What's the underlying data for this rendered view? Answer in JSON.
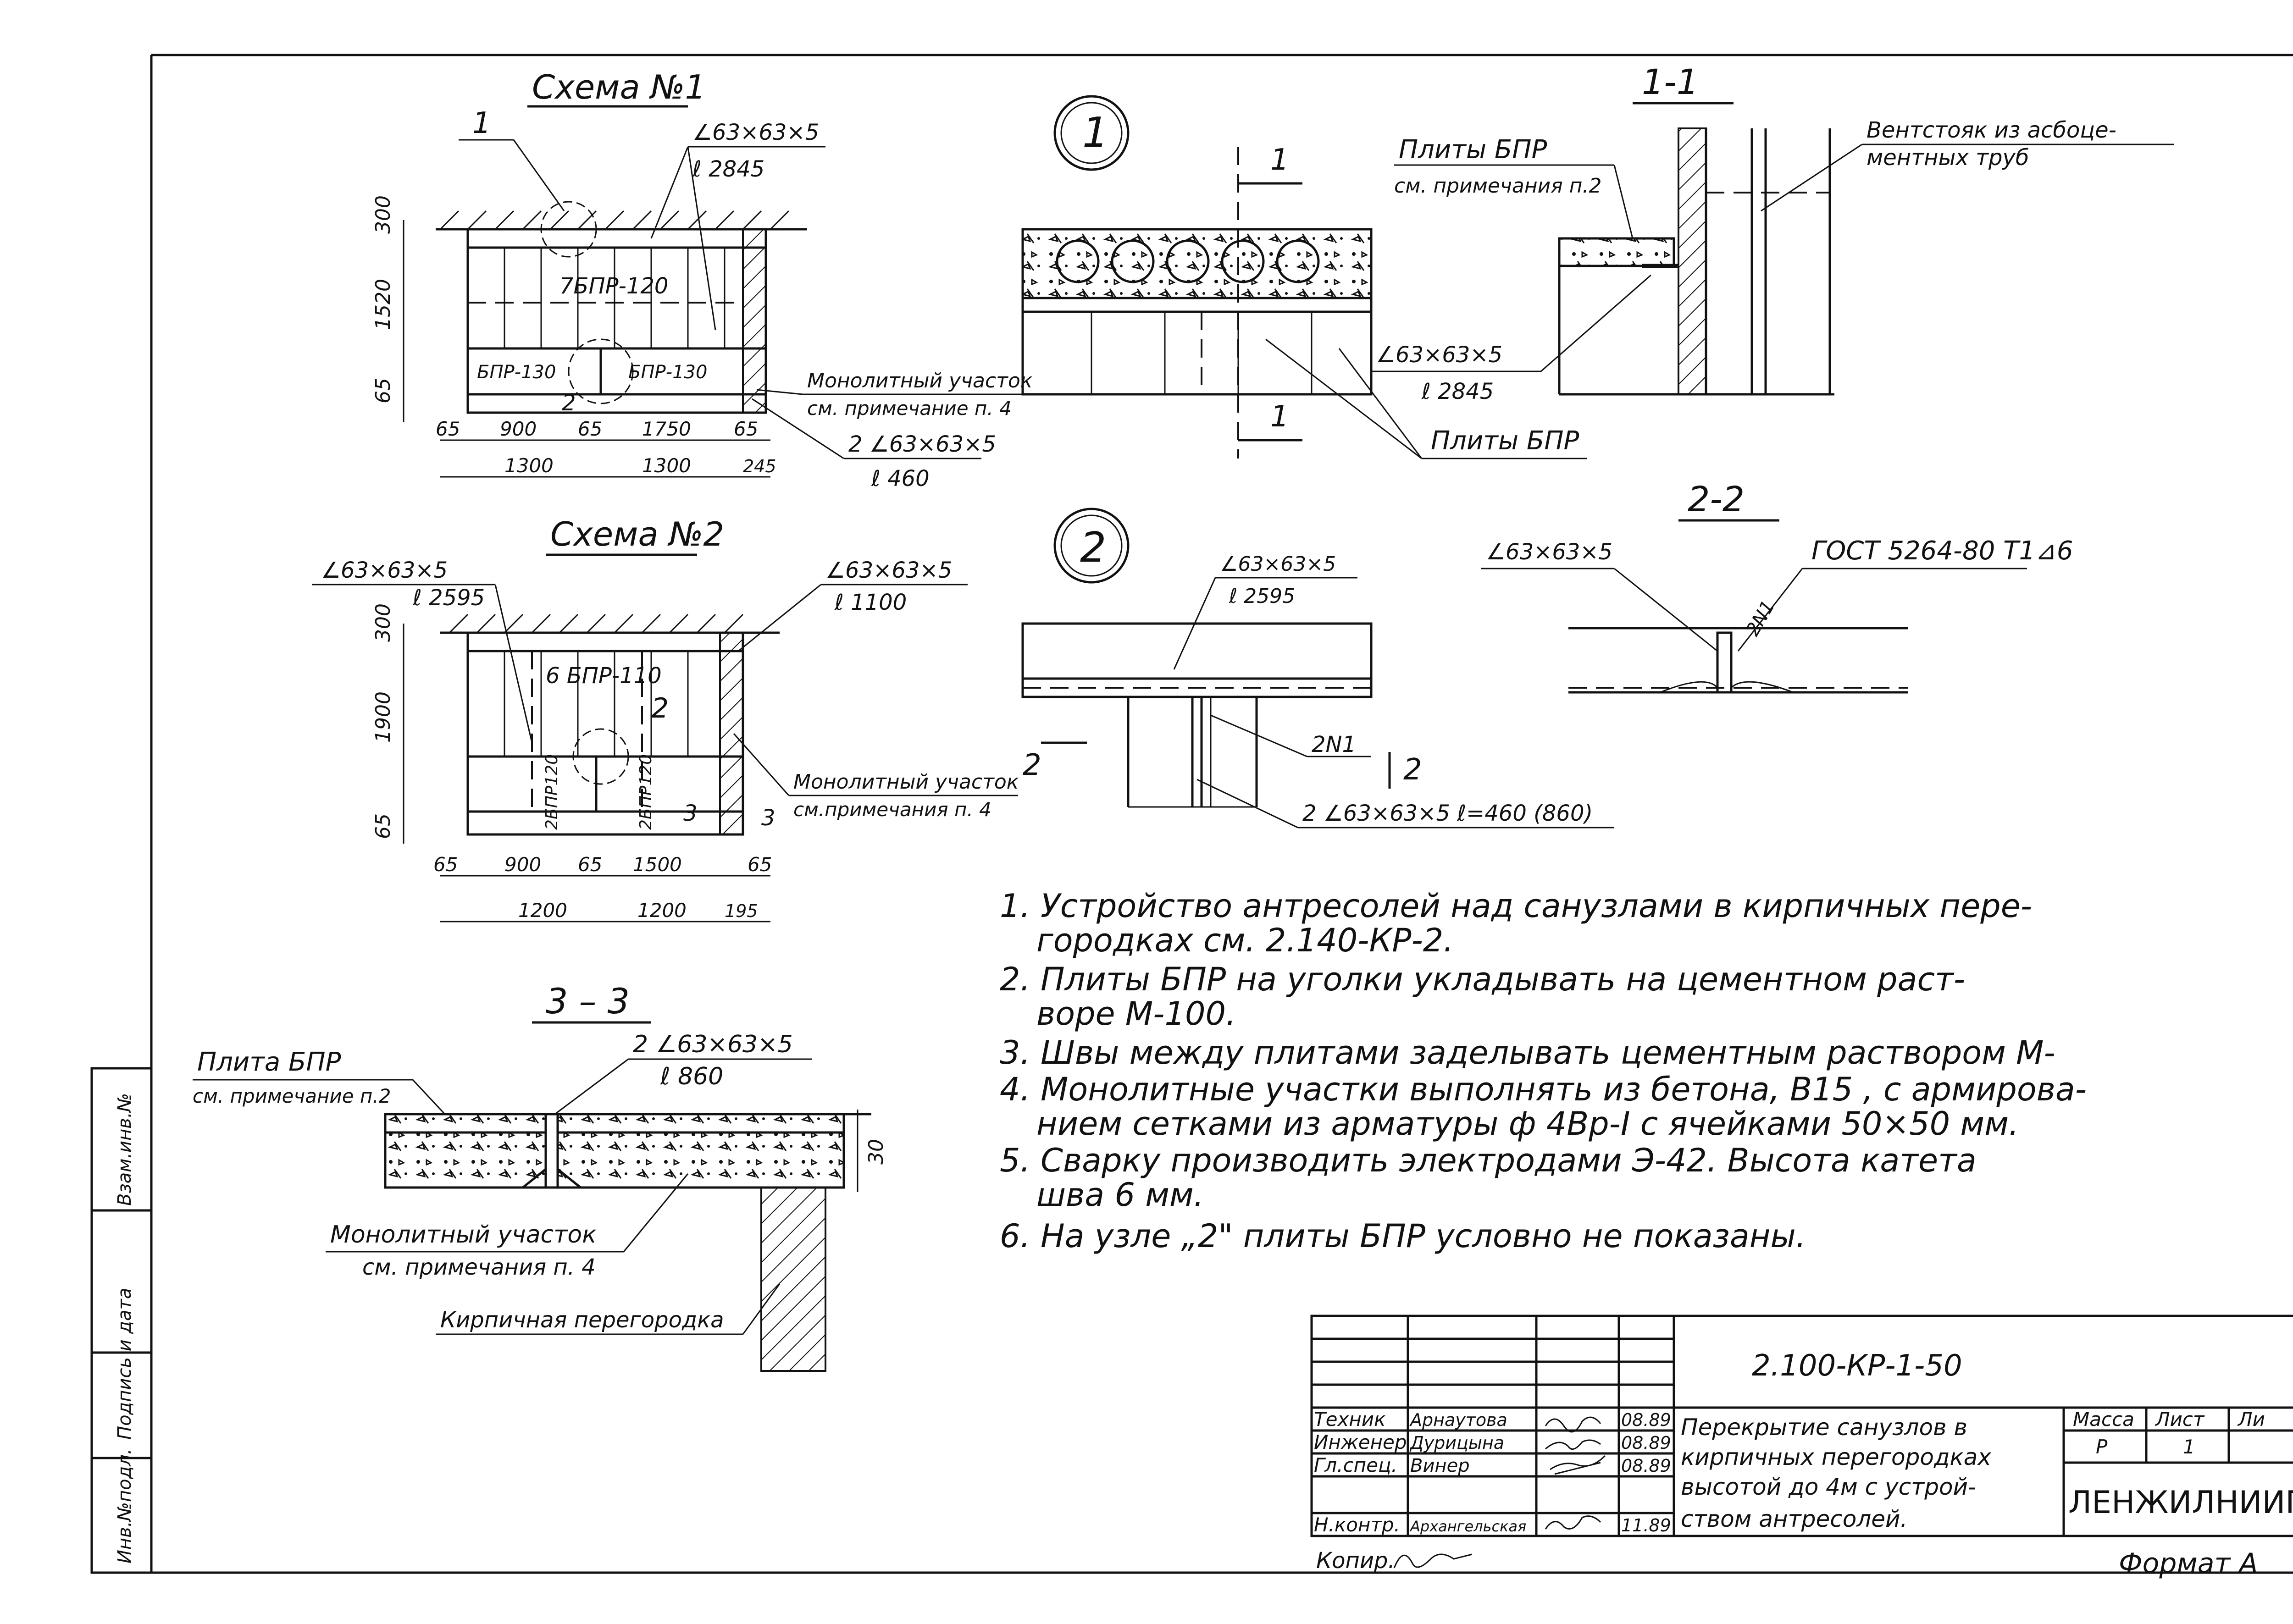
{
  "scheme1": {
    "title": "Схема №1",
    "callout": "1",
    "angle1": "∠63×63×5",
    "angle1_len": "ℓ 2845",
    "slab_top": "7БПР-120",
    "slab_left": "БПР-130",
    "slab_right": "БПР-130",
    "node": "2",
    "mono1": "Монолитный участок",
    "mono2": "см. примечание п. 4",
    "angle2": "2 ∠63×63×5",
    "angle2_len": "ℓ 460",
    "dim_v": [
      "300",
      "1520",
      "65"
    ],
    "dim_h1": [
      "65",
      "900",
      "65",
      "1750",
      "65"
    ],
    "dim_h2": [
      "1300",
      "1300",
      "245"
    ]
  },
  "scheme2": {
    "title": "Схема №2",
    "angle_l": "∠63×63×5",
    "angle_l_len": "ℓ 2595",
    "angle_r": "∠63×63×5",
    "angle_r_len": "ℓ 1100",
    "slab_top": "6 БПР-110",
    "slab_left": "2БПР120",
    "slab_right": "2БПР120",
    "node": "2",
    "mono1": "Монолитный участок",
    "mono2": "см.примечания п. 4",
    "sec": "3",
    "dim_v": [
      "300",
      "1900",
      "65"
    ],
    "dim_h1": [
      "65",
      "900",
      "65",
      "1500",
      "65"
    ],
    "dim_h2": [
      "1200",
      "1200",
      "195"
    ]
  },
  "node1": {
    "label": "1",
    "section_mark": "1",
    "slabs": "Плиты БПР"
  },
  "sec11": {
    "title": "1-1",
    "slabs1": "Плиты БПР",
    "slabs2": "см. примечания п.2",
    "vent1": "Вентстояк из асбоце-",
    "vent2": "ментных труб",
    "angle": "∠63×63×5",
    "angle_len": "ℓ 2845"
  },
  "node2": {
    "label": "2",
    "angle": "∠63×63×5",
    "angle_len": "ℓ 2595",
    "section_mark": "2",
    "weld": "2N1",
    "angles": "2 ∠63×63×5  ℓ=460 (860)"
  },
  "sec22": {
    "title": "2-2",
    "angle": "∠63×63×5",
    "gost": "ГОСТ 5264-80 Т1⊿6",
    "weld": "2N1"
  },
  "sec33": {
    "title": "3 – 3",
    "slab1": "Плита БПР",
    "slab2": "см. примечание п.2",
    "angle": "2 ∠63×63×5",
    "angle_len": "ℓ 860",
    "dim": "30",
    "mono1": "Монолитный участок",
    "mono2": "см. примечания п. 4",
    "wall": "Кирпичная перегородка"
  },
  "notes": [
    "1. Устройство  антресолей  над санузлами  в  кирпичных  пере-",
    "гoродках  см. 2.140-КР-2.",
    "2. Плиты  БПР  на  уголки  укладывать  на  цементном  раст-",
    "воре  М-100.",
    "3. Швы  между  плитами  заделывать  цементным раствором М-",
    "4. Монолитные  участки  выполнять  из  бетона, В15 , с армирова-",
    "нием  сетками  из  арматуры  ф 4Вр-I  с ячейками  50×50 мм.",
    "5. Сварку  производить  электродами  Э-42.  Высота  катета",
    "шва  6 мм.",
    "6. На  узле  „2\"  плиты  БПР  условно  не  показаны."
  ],
  "stamp": {
    "code": "2.100-КР-1-50",
    "rows": [
      {
        "role": "Техник",
        "name": "Арнаутова",
        "date": "08.89"
      },
      {
        "role": "Инженер",
        "name": "Дурицына",
        "date": "08.89"
      },
      {
        "role": "Гл.спец.",
        "name": "Винер",
        "date": "08.89"
      },
      {
        "role": "Н.контр.",
        "name": "Архангельская",
        "date": "11.89"
      }
    ],
    "title_lines": [
      "Перекрытие санузлов в",
      "кирпичных перегородках",
      "высотой до 4м с устрой-",
      "ством антресолей."
    ],
    "h_mass": "Масса",
    "h_sheet": "Лист",
    "h_sheets": "Ли",
    "v_mass": "Р",
    "v_sheet": "1",
    "org": "ЛЕНЖИЛНИИП",
    "copied": "Копир.",
    "format": "Формат А"
  },
  "side": {
    "inv_orig": "Инв.№подл.",
    "sign_date": "Подпись и дата",
    "inv_repl": "Взам.инв.№"
  }
}
